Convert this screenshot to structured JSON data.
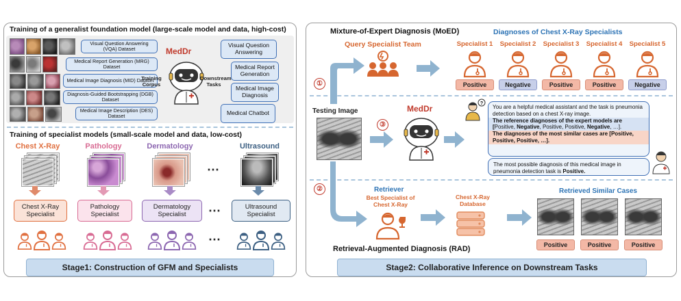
{
  "left_panel": {
    "title_generalist": "Training of a generalist foundation model (large-scale model and data, high-cost)",
    "datasets": [
      "Visual Question Answering (VQA) Dataset",
      "Medical Report Generation (MRG) Dataset",
      "Medical Image Diagnosis (MID) Dataset",
      "Diagnosis-Guided Bootstrapping (DGB) Dataset",
      "Medical Image Description (DES) Dataset"
    ],
    "training_corpus_label": "Training Corpus",
    "model_name": "MedDr",
    "downstream_label": "Downstream Tasks",
    "tasks": [
      "Visual Question Answering",
      "Medical Report Generation",
      "Medical Image Diagnosis",
      "Medical Chatbot"
    ],
    "title_specialist": "Training of specialist models (small-scale model and data, low-cost)",
    "specialists": [
      {
        "label": "Chest X-Ray",
        "box": "Chest X-Ray Specialist",
        "color": "#e07040",
        "fill": "#fbe3d8"
      },
      {
        "label": "Pathology",
        "box": "Pathology Specialist",
        "color": "#d86b93",
        "fill": "#fbe3ec"
      },
      {
        "label": "Dermatology",
        "box": "Dermatology Specialist",
        "color": "#8c66b0",
        "fill": "#ece3f5"
      },
      {
        "label": "Ultrasound",
        "box": "Ultrasound Specialist",
        "color": "#3c5f82",
        "fill": "#e1e9f2"
      }
    ],
    "ellipsis": "⋯",
    "stage_label": "Stage1: Construction of GFM and Specialists"
  },
  "right_panel": {
    "moed_title": "Mixture-of-Expert Diagnosis (MoED)",
    "query_team": "Query Specialist Team",
    "diagnoses_title": "Diagnoses of Chest X-Ray Specialists",
    "specialists": [
      {
        "name": "Specialist 1",
        "result": "Positive"
      },
      {
        "name": "Specialist 2",
        "result": "Negative"
      },
      {
        "name": "Specialist 3",
        "result": "Positive"
      },
      {
        "name": "Specialist 4",
        "result": "Positive"
      },
      {
        "name": "Specialist 5",
        "result": "Negative"
      }
    ],
    "testing_image_label": "Testing Image",
    "model_name": "MedDr",
    "step_markers": [
      "①",
      "②",
      "③"
    ],
    "prompt_intro": "You are a helpful medical assistant and the task is pneumonia detection based on a chest X-ray image.",
    "prompt_expert_lead": "The reference diagnoses of the expert models are [",
    "prompt_expert_list": [
      {
        "word": "Positive",
        "bold": false
      },
      {
        "word": "Negative",
        "bold": true
      },
      {
        "word": "Positive",
        "bold": false
      },
      {
        "word": "Positive",
        "bold": false
      },
      {
        "word": "Negative",
        "bold": true
      }
    ],
    "prompt_expert_tail": "…].",
    "prompt_similar_lead": "The diagnoses of the most similar cases are",
    "prompt_similar_list": "[Positive, Positive, Positive, …].",
    "answer_text": "The most possible diagnosis of this medical image in pneumonia detection task is",
    "answer_value": "Positive",
    "retriever_label": "Retriever",
    "best_specialist": "Best Specialist of Chest X-Ray",
    "database_label": "Chest X-Ray Database",
    "retrieved_title": "Retrieved Similar Cases",
    "retrieved_results": [
      "Positive",
      "Positive",
      "Positive"
    ],
    "rad_title": "Retrieval-Augmented Diagnosis (RAD)",
    "stage_label": "Stage2: Collaborative Inference on Downstream Tasks"
  },
  "colors": {
    "accent_blue": "#2e74b5",
    "accent_red": "#c0392b",
    "accent_orange": "#d6662f",
    "positive": "#f3b8a6",
    "negative": "#c7cfe9"
  }
}
